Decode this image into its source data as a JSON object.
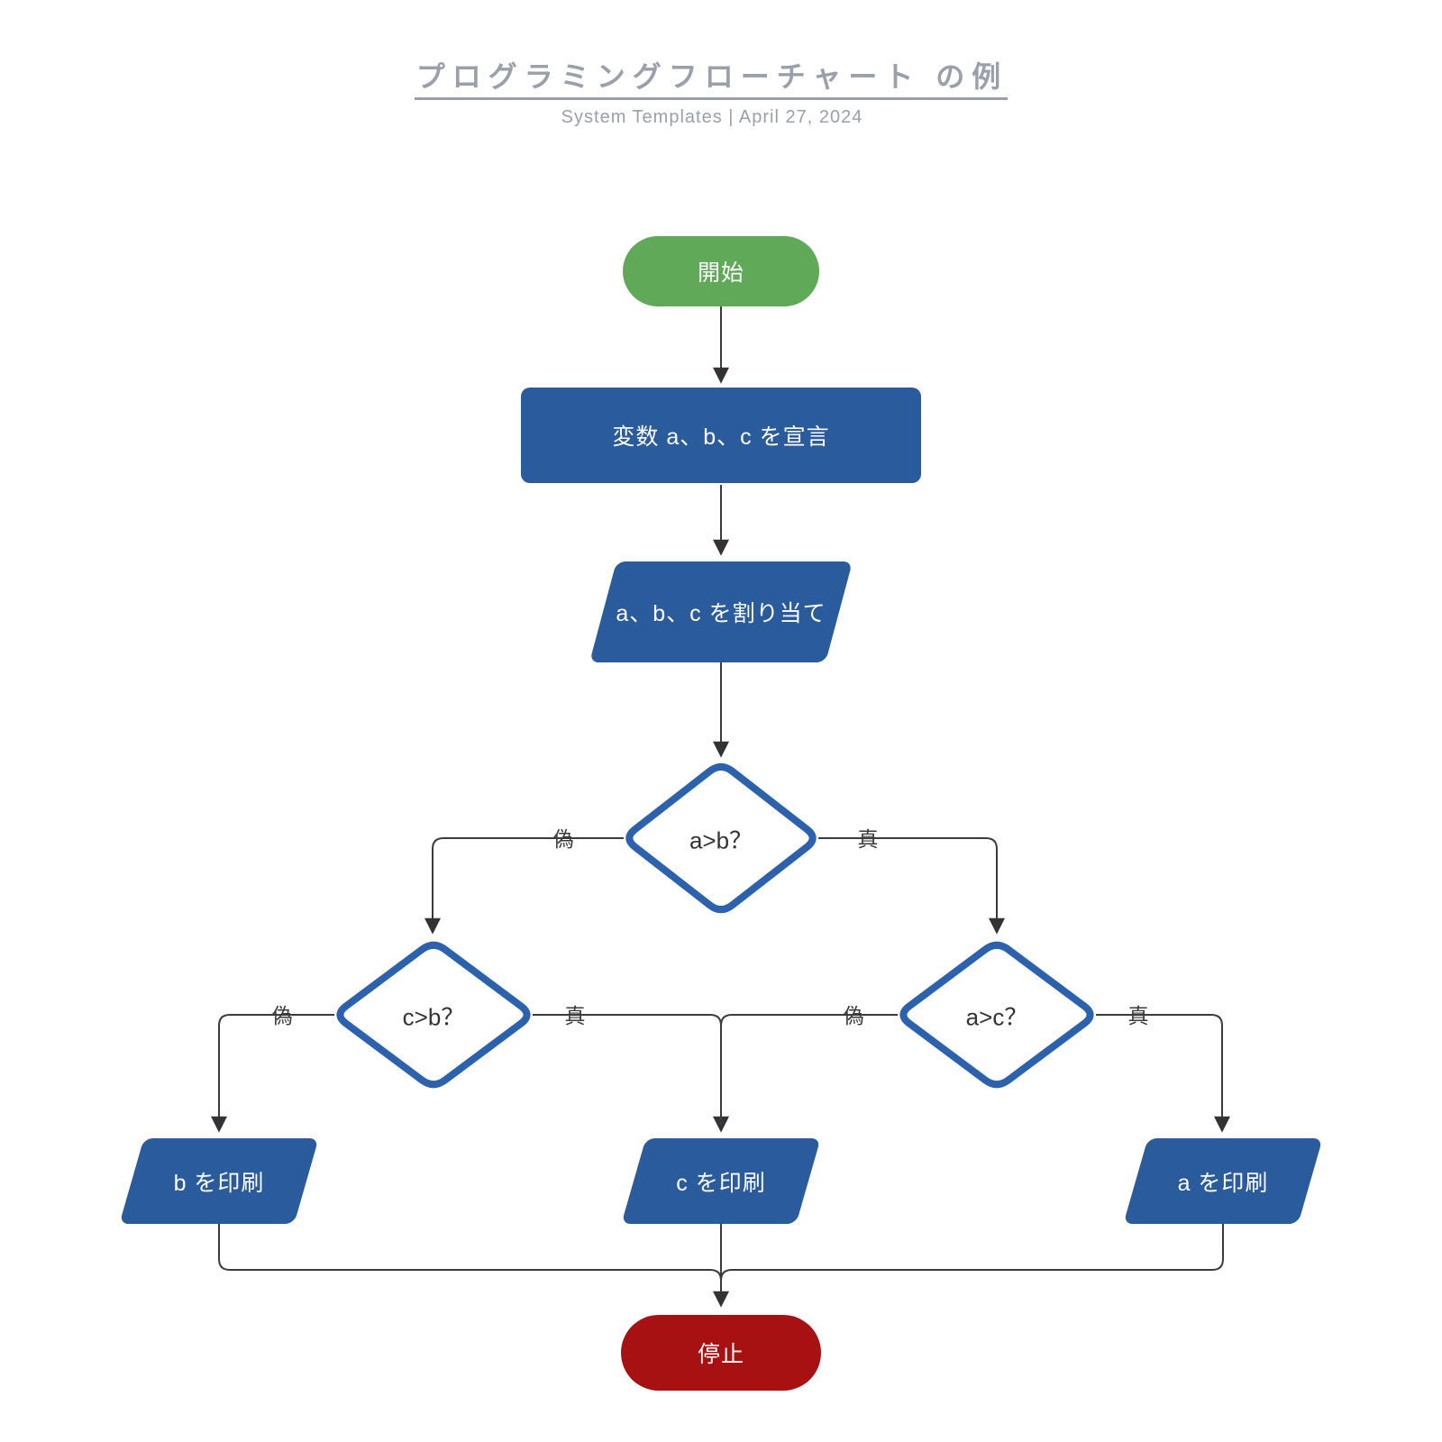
{
  "header": {
    "title": "プログラミングフローチャート の例",
    "subtitle": "System Templates  |  April 27, 2024"
  },
  "nodes": {
    "start": "開始",
    "declare": "変数 a、b、c を宣言",
    "assign": "a、b、c を割り当て",
    "decision_ab": "a>b？",
    "decision_cb": "c>b？",
    "decision_ac": "a>c？",
    "print_b": "b を印刷",
    "print_c": "c を印刷",
    "print_a": "a を印刷",
    "stop": "停止"
  },
  "edge_labels": {
    "ab_false": "偽",
    "ab_true": "真",
    "cb_false": "偽",
    "cb_true": "真",
    "ac_false": "偽",
    "ac_true": "真"
  },
  "colors": {
    "node_blue": "#2a5b9c",
    "start_green": "#5fa958",
    "stop_red": "#a81111",
    "decision_border": "#2c62ad",
    "line": "#3b3b3b",
    "header_gray": "#9aa0ab"
  }
}
